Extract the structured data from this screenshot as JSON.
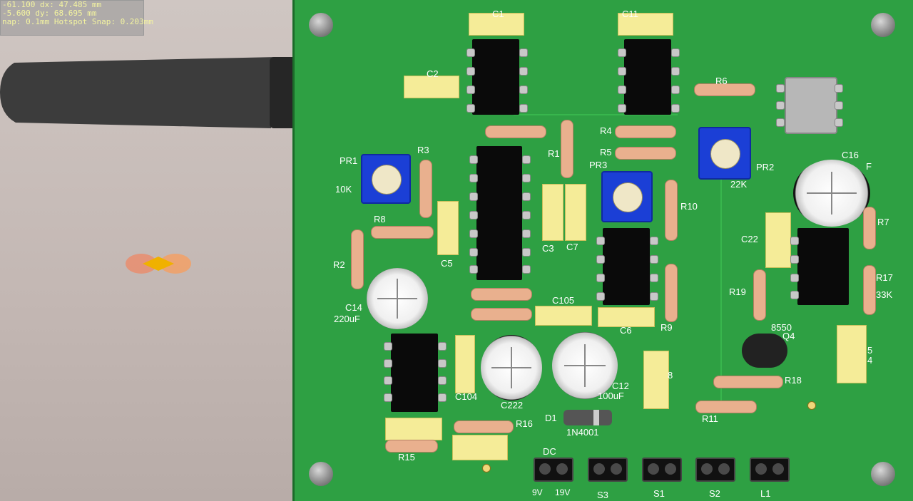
{
  "hud": {
    "line1": "-61.100   dx: 47.485  mm",
    "line2": "-5.600    dy: 68.695  mm",
    "line3": "nap: 0.1mm Hotspot Snap: 0.203mm"
  },
  "labels": {
    "C1": "C1",
    "C11": "C11",
    "C2": "C2",
    "R6": "R6",
    "R4": "R4",
    "R5": "R5",
    "R1": "R1",
    "R3": "R3",
    "PR1": "PR1",
    "PR1_val": "10K",
    "R8": "R8",
    "PR3": "PR3",
    "PR2": "PR2",
    "PR2_val": "22K",
    "C16": "C16",
    "C16_val": "F",
    "R10": "R10",
    "C3": "C3",
    "C7": "C7",
    "C5": "C5",
    "R2": "R2",
    "C14": "C14",
    "C14_val": "220uF",
    "C22": "C22",
    "R7": "R7",
    "R17": "R17",
    "R17_val": "33K",
    "R19": "R19",
    "Q4": "Q4",
    "Q4_val": "8550",
    "C105": "C105",
    "C6": "C6",
    "R9": "R9",
    "C104": "C104",
    "C222": "C222",
    "C12": "C12",
    "C12_val": "100uF",
    "C8": "8",
    "C5b": "5",
    "C4b": "4",
    "R18": "R18",
    "R11": "R11",
    "D1": "D1",
    "D1_val": "1N4001",
    "R16": "R16",
    "R15": "R15",
    "DC": "DC",
    "V9": "9V",
    "V19": "19V",
    "S3": "S3",
    "S1": "S1",
    "S2": "S2",
    "L1": "L1"
  },
  "colors": {
    "board": "#2ea043",
    "silk": "#ffffff",
    "ic": "#0a0a0a",
    "cap": "#f5ec98"
  }
}
